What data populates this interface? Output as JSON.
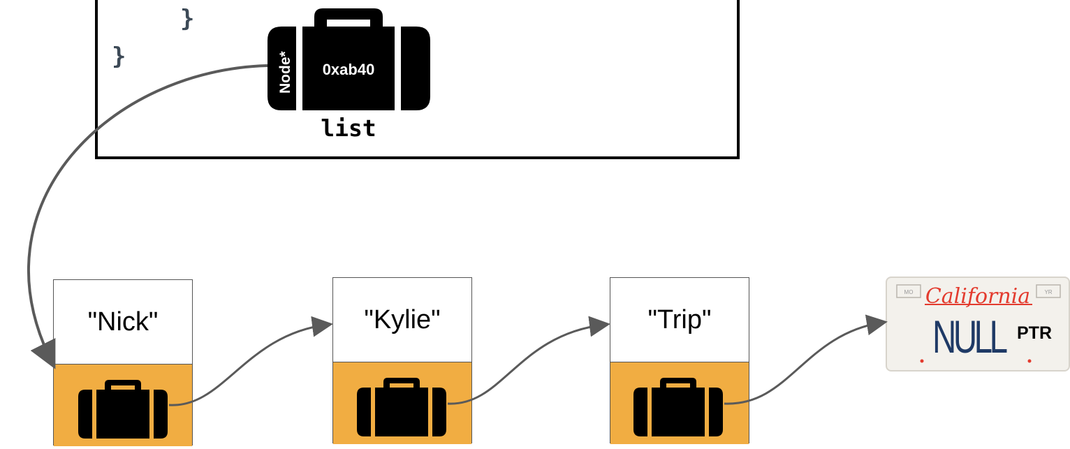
{
  "code": {
    "inner_brace": "}",
    "outer_brace": "}"
  },
  "pointer": {
    "type_label": "Node*",
    "address": "0xab40",
    "var_name": "list"
  },
  "nodes": [
    {
      "value": "\"Nick\""
    },
    {
      "value": "\"Kylie\""
    },
    {
      "value": "\"Trip\""
    }
  ],
  "null_plate": {
    "state": "California",
    "plate_main": "NULL",
    "plate_suffix": "PTR",
    "sticker_left": "MO",
    "sticker_right": "YR"
  },
  "colors": {
    "next_field": "#f1ad42",
    "arrow": "#5a5a5a",
    "code_text": "#3d4a57",
    "plate_red": "#e33b2e",
    "plate_blue": "#1f3a66"
  }
}
